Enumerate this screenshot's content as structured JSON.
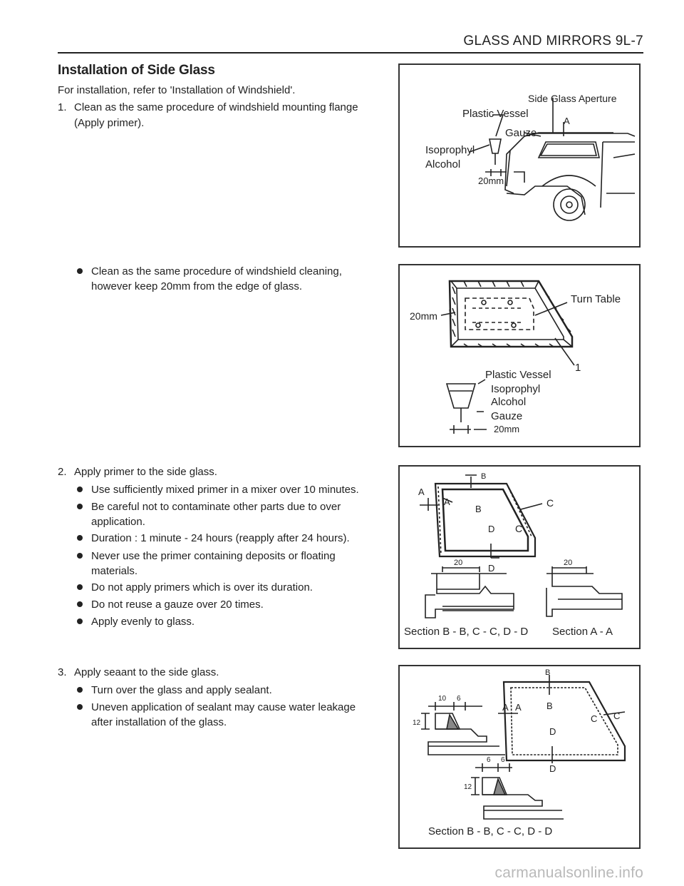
{
  "header": {
    "title": "GLASS AND MIRRORS  9L-7"
  },
  "section": {
    "title": "Installation of Side Glass",
    "intro": "For installation, refer to 'Installation of Windshield'.",
    "step1": {
      "num": "1.",
      "line1": "Clean as the same procedure of windshield mounting flange",
      "line2": "(Apply primer)."
    },
    "clean_bullet": {
      "line1": "Clean as the same procedure of windshield cleaning,",
      "line2": "however keep 20mm from the edge of glass."
    },
    "step2": {
      "num": "2.",
      "text": "Apply primer to the side glass.",
      "bullets": [
        [
          "Use sufficiently mixed primer in a mixer over 10 minutes."
        ],
        [
          "Be careful not to contaminate other parts due to over",
          "application."
        ],
        [
          "Duration : 1 minute - 24 hours (reapply after 24 hours)."
        ],
        [
          "Never use the primer containing deposits or floating",
          "materials."
        ],
        [
          "Do not apply primers which is over its duration."
        ],
        [
          "Do not reuse a gauze over 20 times."
        ],
        [
          "Apply evenly to glass."
        ]
      ]
    },
    "step3": {
      "num": "3.",
      "text": "Apply seaant to the side glass.",
      "bullets": [
        [
          "Turn over the glass and apply sealant."
        ],
        [
          "Uneven application of sealant may cause water leakage",
          "after installation of the glass."
        ]
      ]
    }
  },
  "figures": {
    "fig1": {
      "side_glass_aperture": "Side Glass Aperture",
      "plastic_vessel": "Plastic Vessel",
      "a": "A",
      "gauze": "Gauze",
      "isoprophyl": "Isoprophyl",
      "alcohol": "Alcohol",
      "dim": "20mm"
    },
    "fig2": {
      "turn_table": "Turn Table",
      "dim_left": "20mm",
      "one": "1",
      "plastic_vessel": "Plastic Vessel",
      "isoprophyl": "Isoprophyl",
      "alcohol": "Alcohol",
      "gauze": "Gauze",
      "dim_bottom": "20mm"
    },
    "fig3": {
      "b_top": "B",
      "a_left": "A",
      "a_inner": "A",
      "b_inner": "B",
      "c_right": "C",
      "c_inner": "C",
      "d_inner": "D",
      "d_bottom": "D",
      "dim_left": "20",
      "dim_right": "20",
      "caption_left": "Section B - B,  C - C, D - D",
      "caption_right": "Section A - A"
    },
    "fig4": {
      "b_top": "B",
      "dim_10": "10",
      "dim_6": "6",
      "dim_12": "12",
      "a1": "A",
      "a2": "A",
      "b_inner": "B",
      "c1": "C",
      "c2": "C",
      "d_inner": "D",
      "d_bottom": "D",
      "dim_6b": "6",
      "dim_6c": "6",
      "dim_12b": "12",
      "caption": "Section B - B, C - C, D - D"
    }
  },
  "watermark": "carmanualsonline.info"
}
